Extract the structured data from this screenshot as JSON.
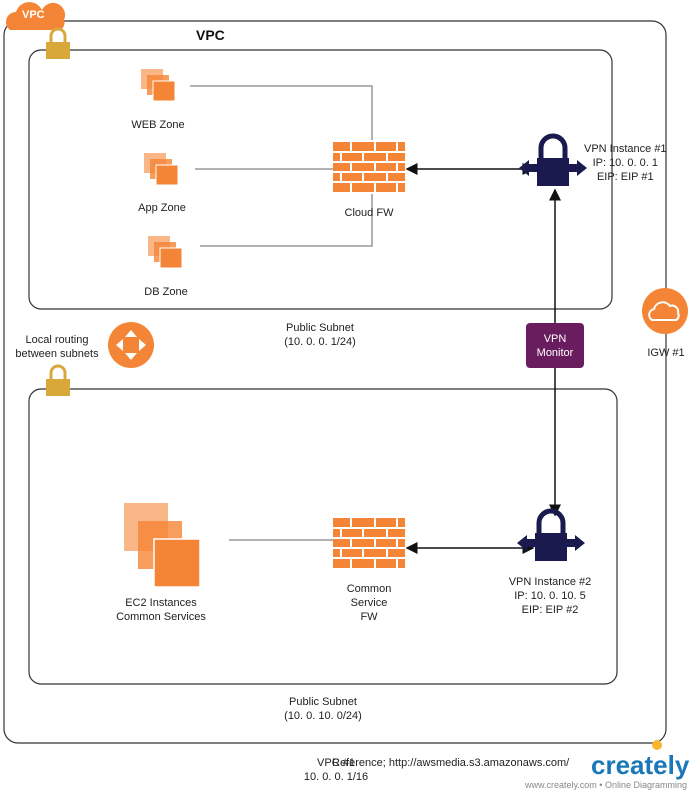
{
  "vpc_badge": "VPC",
  "vpc_title": "VPC",
  "zones": {
    "web": "WEB Zone",
    "app": "App Zone",
    "db": "DB Zone",
    "ec2": [
      "EC2 Instances",
      "Common Services"
    ]
  },
  "cloud_fw": "Cloud FW",
  "common_fw": [
    "Common",
    "Service",
    "FW"
  ],
  "vpn1": [
    "VPN Instance #1",
    "IP: 10. 0. 0. 1",
    "EIP: EIP #1"
  ],
  "vpn2": [
    "VPN Instance #2",
    "IP: 10. 0. 10. 5",
    "EIP: EIP #2"
  ],
  "vpn_monitor": [
    "VPN",
    "Monitor"
  ],
  "igw": "IGW #1",
  "router_label": [
    "Local routing",
    "between subnets"
  ],
  "subnet1": [
    "Public Subnet",
    "(10. 0. 0. 1/24)"
  ],
  "subnet2": [
    "Public Subnet",
    "(10. 0. 10. 0/24)"
  ],
  "vpc_footer": [
    "VPC #1",
    "10. 0. 0. 1/16"
  ],
  "reference": "Reference; http://awsmedia.s3.amazonaws.com/",
  "creately": {
    "brand": "creately",
    "sub": "www.creately.com • Online Diagramming"
  },
  "colors": {
    "aws_orange": "#f58536",
    "vpn_navy": "#1a1a4e",
    "monitor_purple": "#6a1d5e",
    "lock_gold": "#d9a83b"
  }
}
